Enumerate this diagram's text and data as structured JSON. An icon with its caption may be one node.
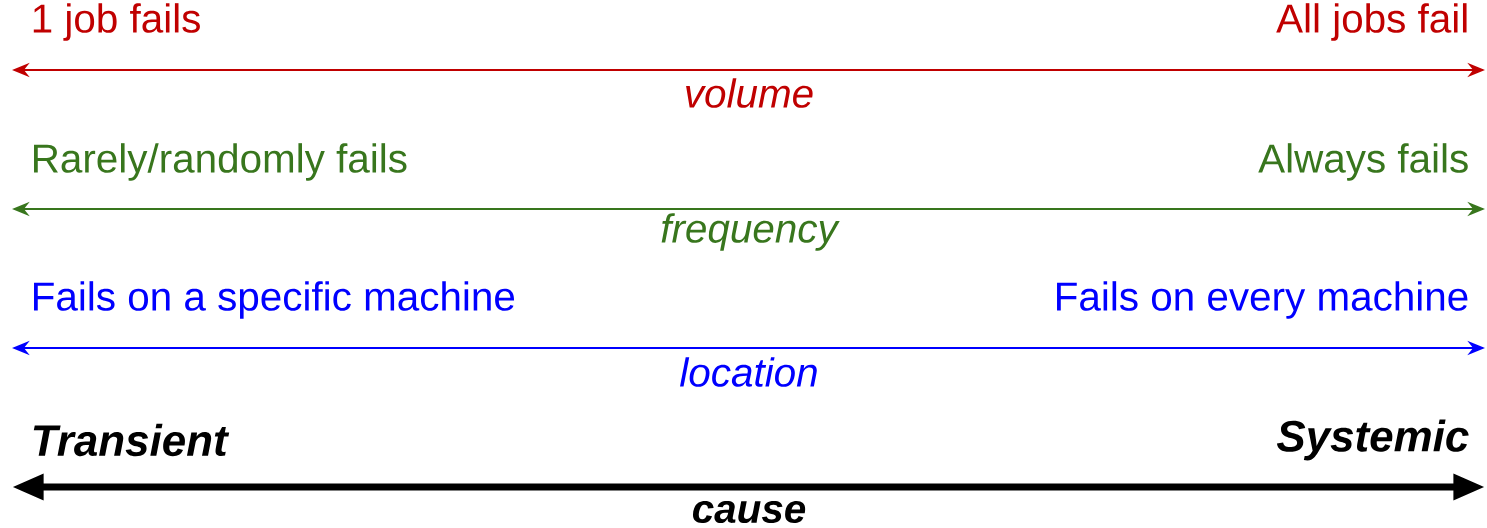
{
  "diagram": {
    "labels": [
      "1 job fails",
      "All jobs fail",
      "volume",
      "Rarely/randomly fails",
      "Always fails",
      "frequency",
      "Fails on a specific machine",
      "Fails on every machine",
      "location",
      "Transient",
      "Systemic",
      "cause"
    ]
  }
}
